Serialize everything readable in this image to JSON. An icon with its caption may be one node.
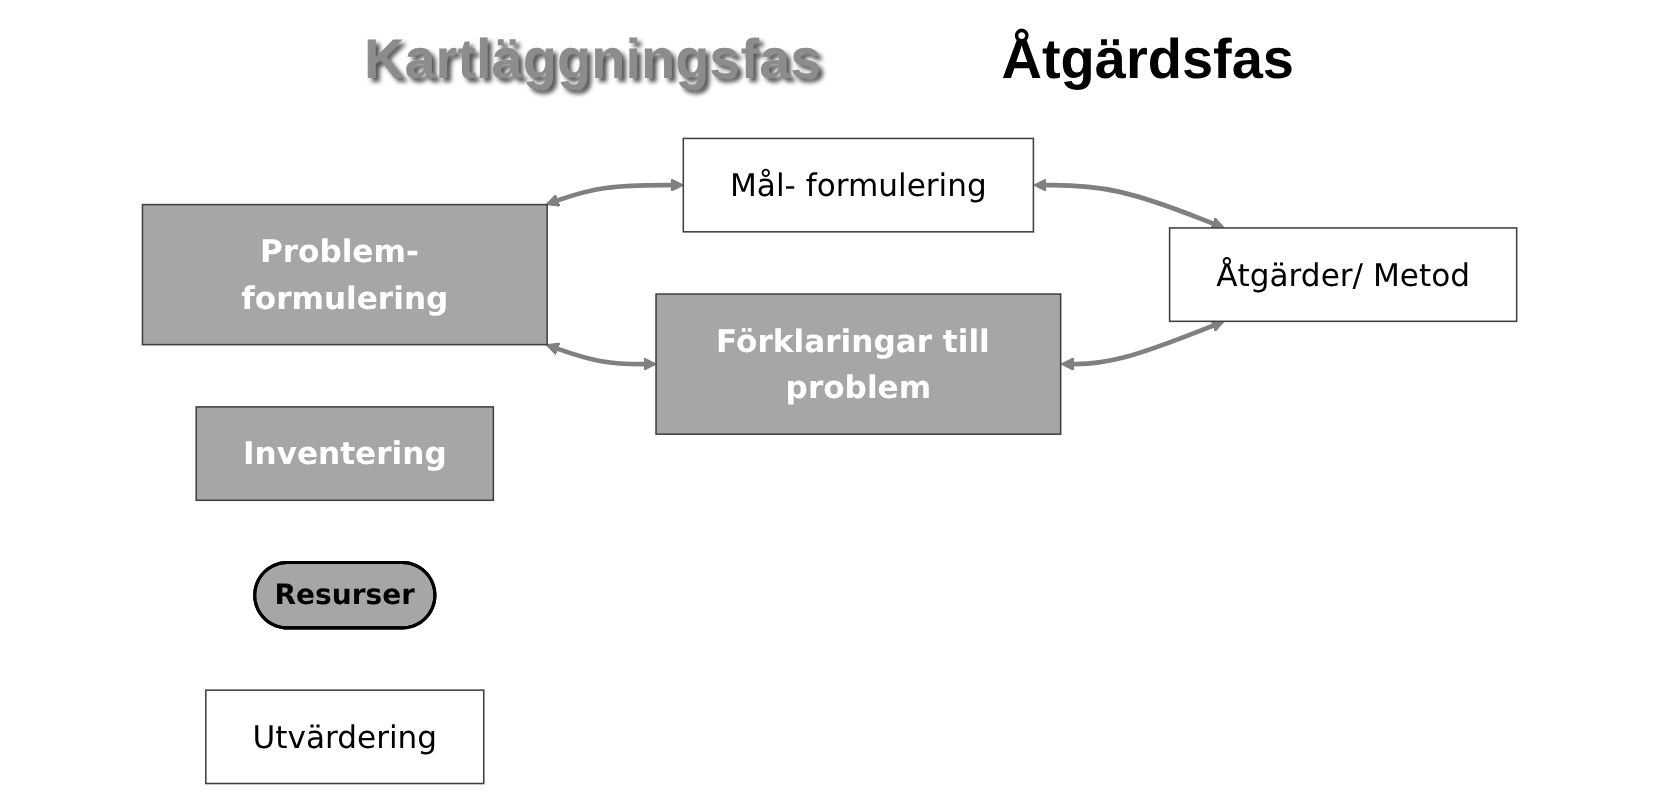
{
  "diagram": {
    "nodes": [
      {
        "text": [
          "Problem- formulering"
        ]
      },
      {
        "text": [
          "Mål- formulering"
        ]
      },
      {
        "text": [
          "Inventering"
        ]
      },
      {
        "text": [
          "Resurser"
        ]
      },
      {
        "text": [
          "Utvärdering"
        ]
      },
      {
        "text": [
          "Förklaringar till problem"
        ]
      },
      {
        "text": [
          "Åtgärder/ Metod"
        ]
      }
    ],
    "edges": [
      {
        "from": 0,
        "to": 1,
        "arrow": "both"
      },
      {
        "from": 0,
        "to": 5,
        "arrow": "both"
      },
      {
        "from": 1,
        "to": 6,
        "arrow": "both"
      },
      {
        "from": 5,
        "to": 6,
        "arrow": "both"
      }
    ],
    "labels": [
      "Kartläggningsfas",
      "Åtgärdsfas"
    ]
  }
}
